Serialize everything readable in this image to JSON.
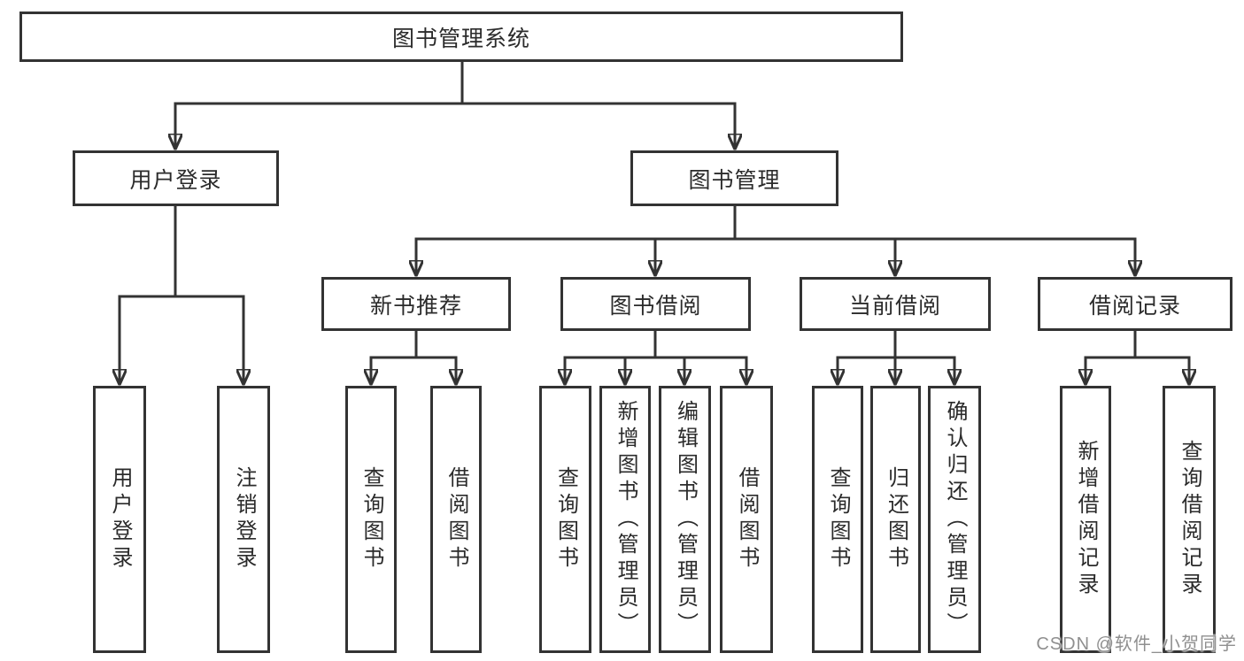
{
  "diagram": {
    "type": "tree",
    "root": {
      "label": "图书管理系统",
      "children": [
        {
          "label": "用户登录",
          "children": [
            {
              "label": "用户登录"
            },
            {
              "label": "注销登录"
            }
          ]
        },
        {
          "label": "图书管理",
          "children": [
            {
              "label": "新书推荐",
              "children": [
                {
                  "label": "查询图书"
                },
                {
                  "label": "借阅图书"
                }
              ]
            },
            {
              "label": "图书借阅",
              "children": [
                {
                  "label": "查询图书"
                },
                {
                  "label": "新增图书（管理员）"
                },
                {
                  "label": "编辑图书（管理员）"
                },
                {
                  "label": "借阅图书"
                }
              ]
            },
            {
              "label": "当前借阅",
              "children": [
                {
                  "label": "查询图书"
                },
                {
                  "label": "归还图书"
                },
                {
                  "label": "确认归还（管理员）"
                }
              ]
            },
            {
              "label": "借阅记录",
              "children": [
                {
                  "label": "新增借阅记录"
                },
                {
                  "label": "查询借阅记录"
                }
              ]
            }
          ]
        }
      ]
    },
    "colors": {
      "line": "#333333",
      "box_border": "#333333",
      "text": "#2b2b2b",
      "background": "#ffffff",
      "watermark": "#8f8f8f"
    }
  },
  "watermark": {
    "text": "CSDN @软件_小贺同学"
  }
}
